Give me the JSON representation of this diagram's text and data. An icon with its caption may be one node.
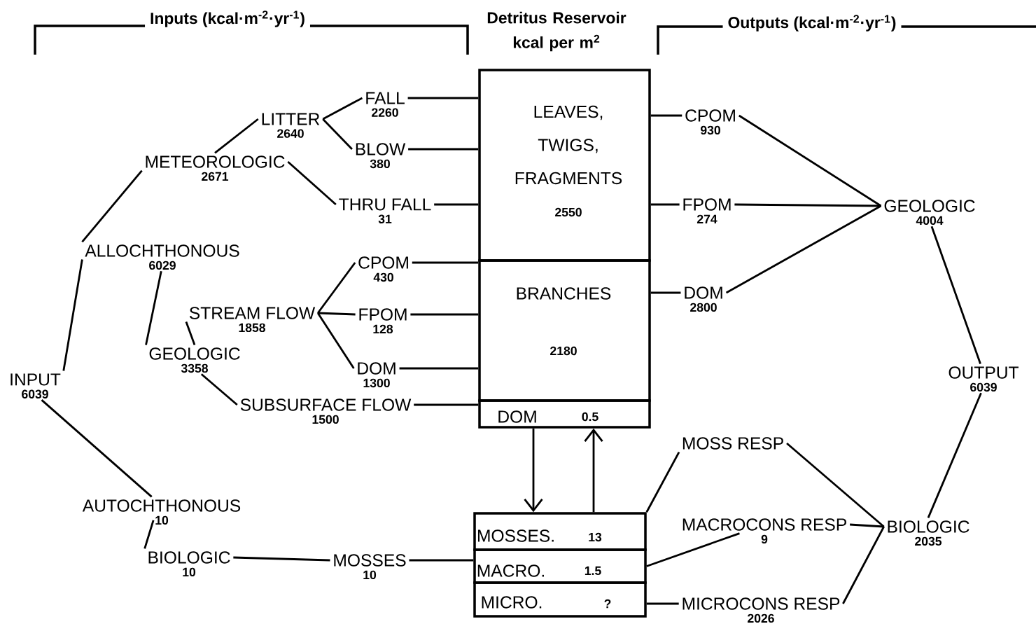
{
  "diagram": {
    "nodes": [
      {
        "text": [
          "INPUT",
          "6039"
        ]
      },
      {
        "text": [
          "ALLOCHTHONOUS",
          "6029"
        ]
      },
      {
        "text": [
          "METEOROLOGIC",
          "2671"
        ]
      },
      {
        "text": [
          "LITTER",
          "2640"
        ]
      },
      {
        "text": [
          "FALL",
          "2260"
        ]
      },
      {
        "text": [
          "BLOW",
          "380"
        ]
      },
      {
        "text": [
          "THRU FALL",
          "31"
        ]
      },
      {
        "text": [
          "GEOLOGIC",
          "3358"
        ]
      },
      {
        "text": [
          "STREAM FLOW",
          "1858"
        ]
      },
      {
        "text": [
          "CPOM",
          "430"
        ]
      },
      {
        "text": [
          "FPOM",
          "128"
        ]
      },
      {
        "text": [
          "DOM",
          "1300"
        ]
      },
      {
        "text": [
          "SUBSURFACE FLOW",
          "1500"
        ]
      },
      {
        "text": [
          "AUTOCHTHONOUS",
          "10"
        ]
      },
      {
        "text": [
          "BIOLOGIC",
          "10"
        ]
      },
      {
        "text": [
          "MOSSES",
          "10"
        ]
      },
      {
        "text": [
          "LEAVES, TWIGS, FRAGMENTS",
          "2550"
        ]
      },
      {
        "text": [
          "BRANCHES",
          "2180"
        ]
      },
      {
        "text": [
          "DOM",
          "0.5"
        ]
      },
      {
        "text": [
          "MOSSES.",
          "13"
        ]
      },
      {
        "text": [
          "MACRO.",
          "1.5"
        ]
      },
      {
        "text": [
          "MICRO.",
          "?"
        ]
      },
      {
        "text": [
          "CPOM",
          "930"
        ]
      },
      {
        "text": [
          "FPOM",
          "274"
        ]
      },
      {
        "text": [
          "DOM",
          "2800"
        ]
      },
      {
        "text": [
          "GEOLOGIC",
          "4004"
        ]
      },
      {
        "text": [
          "MOSS RESP"
        ]
      },
      {
        "text": [
          "MACROCONS RESP",
          "9"
        ]
      },
      {
        "text": [
          "MICROCONS RESP",
          "2026"
        ]
      },
      {
        "text": [
          "BIOLOGIC",
          "2035"
        ]
      },
      {
        "text": [
          "OUTPUT",
          "6039"
        ]
      }
    ],
    "edges": [
      {
        "from": 0,
        "to": 1,
        "arrow": "none"
      },
      {
        "from": 1,
        "to": 2,
        "arrow": "none"
      },
      {
        "from": 2,
        "to": 3,
        "arrow": "none"
      },
      {
        "from": 3,
        "to": 4,
        "arrow": "none"
      },
      {
        "from": 3,
        "to": 5,
        "arrow": "none"
      },
      {
        "from": 2,
        "to": 6,
        "arrow": "none"
      },
      {
        "from": 1,
        "to": 7,
        "arrow": "none"
      },
      {
        "from": 7,
        "to": 8,
        "arrow": "none"
      },
      {
        "from": 8,
        "to": 9,
        "arrow": "none"
      },
      {
        "from": 8,
        "to": 10,
        "arrow": "none"
      },
      {
        "from": 8,
        "to": 11,
        "arrow": "none"
      },
      {
        "from": 7,
        "to": 12,
        "arrow": "none"
      },
      {
        "from": 0,
        "to": 13,
        "arrow": "none"
      },
      {
        "from": 13,
        "to": 14,
        "arrow": "none"
      },
      {
        "from": 14,
        "to": 15,
        "arrow": "none"
      },
      {
        "from": 4,
        "to": 16,
        "arrow": "none"
      },
      {
        "from": 5,
        "to": 16,
        "arrow": "none"
      },
      {
        "from": 6,
        "to": 16,
        "arrow": "none"
      },
      {
        "from": 9,
        "to": 17,
        "arrow": "none"
      },
      {
        "from": 10,
        "to": 17,
        "arrow": "none"
      },
      {
        "from": 11,
        "to": 17,
        "arrow": "none"
      },
      {
        "from": 12,
        "to": 18,
        "arrow": "none"
      },
      {
        "from": 15,
        "to": 19,
        "arrow": "none"
      },
      {
        "from": 18,
        "to": 19,
        "arrow": "to"
      },
      {
        "from": 19,
        "to": 18,
        "arrow": "to"
      },
      {
        "from": 16,
        "to": 22,
        "arrow": "none"
      },
      {
        "from": 16,
        "to": 23,
        "arrow": "none"
      },
      {
        "from": 17,
        "to": 24,
        "arrow": "none"
      },
      {
        "from": 22,
        "to": 25,
        "arrow": "none"
      },
      {
        "from": 23,
        "to": 25,
        "arrow": "none"
      },
      {
        "from": 24,
        "to": 25,
        "arrow": "none"
      },
      {
        "from": 25,
        "to": 30,
        "arrow": "none"
      },
      {
        "from": 19,
        "to": 26,
        "arrow": "none"
      },
      {
        "from": 20,
        "to": 27,
        "arrow": "none"
      },
      {
        "from": 21,
        "to": 28,
        "arrow": "none"
      },
      {
        "from": 26,
        "to": 29,
        "arrow": "none"
      },
      {
        "from": 27,
        "to": 29,
        "arrow": "none"
      },
      {
        "from": 28,
        "to": 29,
        "arrow": "none"
      },
      {
        "from": 29,
        "to": 30,
        "arrow": "none"
      }
    ],
    "labels": [
      "Inputs (kcal·m$^{-2}$·yr$^{-1}$)",
      "Detritus Reservoir kcal per m$^{2}$",
      "Outputs (kcal·m$^{-2}$·yr$^{-1}$)"
    ]
  }
}
